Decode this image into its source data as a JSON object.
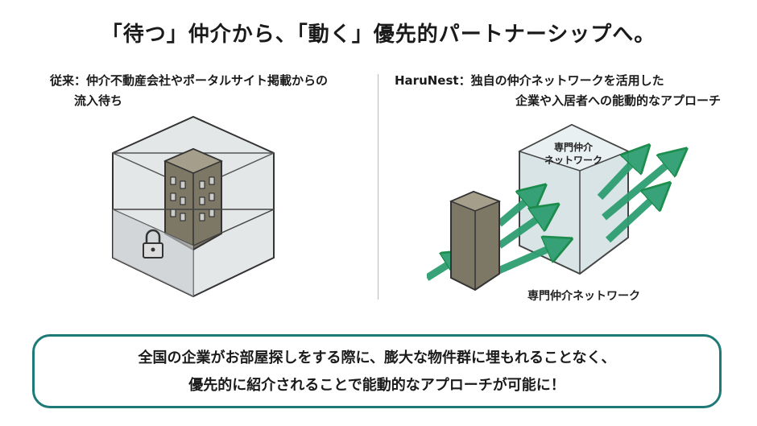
{
  "title": "「待つ」仲介から、「動く」優先的パートナーシップへ。",
  "left": {
    "line1": "従来：仲介不動産会社やポータルサイト掲載からの",
    "line2": "流入待ち"
  },
  "right": {
    "line1": "HaruNest：独自の仲介ネットワークを活用した",
    "line2": "企業や入居者への能動的なアプローチ"
  },
  "diagram": {
    "building_label_1": "専門仲介",
    "building_label_2": "ネットワーク",
    "caption": "専門仲介ネットワーク"
  },
  "summary": {
    "line1": "全国の企業がお部屋探しをする際に、膨大な物件群に埋もれることなく、",
    "line2": "優先的に紹介されることで能動的なアプローチが可能に！"
  },
  "colors": {
    "accent": "#1e7a76",
    "arrow": "#2e9e72"
  }
}
